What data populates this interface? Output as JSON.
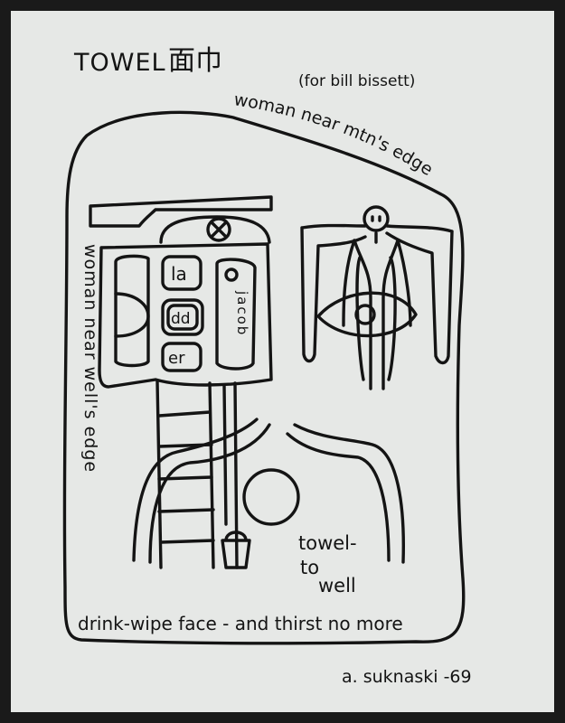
{
  "title": "TOWEL",
  "title_chinese": "面巾",
  "dedication": "(for bill bissett)",
  "curve_top": "woman near mtn's edge",
  "vertical_left": "woman near well's edge",
  "word_la": "la",
  "word_dd": "dd",
  "word_er": "er",
  "word_jacob": "jacob",
  "towel_to_well": [
    "towel-",
    "to",
    "well"
  ],
  "bottom_line": "drink-wipe face - and thirst no more",
  "signature": "a. suknaski -69",
  "colors": {
    "ink": "#141414",
    "paper": "#e6e8e6",
    "border": "#1a1a1a"
  }
}
